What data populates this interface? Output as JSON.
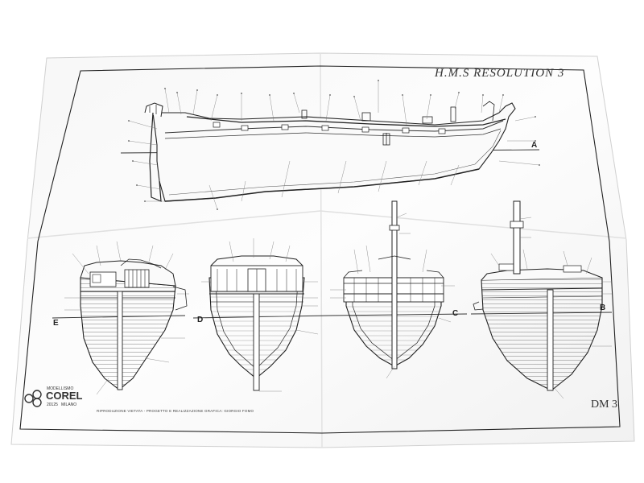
{
  "plan": {
    "title": "H.M.S  RESOLUTION 3",
    "sheet_code": "DM 3",
    "credit_line": "RIPRODUZIONE VIETATA - PROGETTO E REALIZZAZIONE GRAFICA: GIORGIO FOMO",
    "views": {
      "side": "A",
      "bow_b": "B",
      "section_c": "C",
      "section_d": "D",
      "stern_e": "E"
    }
  },
  "brand": {
    "word_small": "MODELLISMO",
    "name": "COREL",
    "postcode": "20125",
    "city": "MILANO"
  }
}
